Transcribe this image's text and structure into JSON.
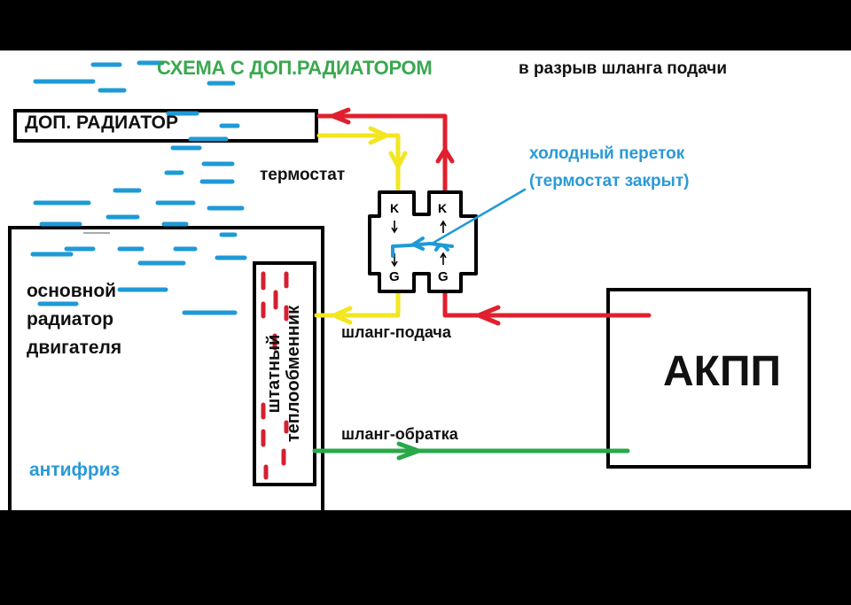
{
  "title": {
    "main": "СХЕМА С ДОП.РАДИАТОРОМ",
    "sub": "в разрыв шланга подачи"
  },
  "components": {
    "extra_radiator": "ДОП. РАДИАТОР",
    "main_radiator": [
      "основной",
      "радиатор",
      "двигателя"
    ],
    "antifreeze": "антифриз",
    "heat_exchanger": [
      "штатный",
      "теплообменник"
    ],
    "transmission": "АКПП"
  },
  "thermostat": {
    "label": "термостат",
    "ports": [
      "K",
      "K",
      "G",
      "G"
    ]
  },
  "annotations": {
    "cold_flow": [
      "холодный переток",
      "(термостат закрыт)"
    ]
  },
  "hoses": {
    "supply": "шланг-подача",
    "return": "шланг-обратка"
  },
  "colors": {
    "hot": "#e0202e",
    "cooled": "#f2e620",
    "return": "#2aa84a",
    "coolant": "#1e9ad6",
    "title": "#3aa84f",
    "outline": "#000000"
  }
}
